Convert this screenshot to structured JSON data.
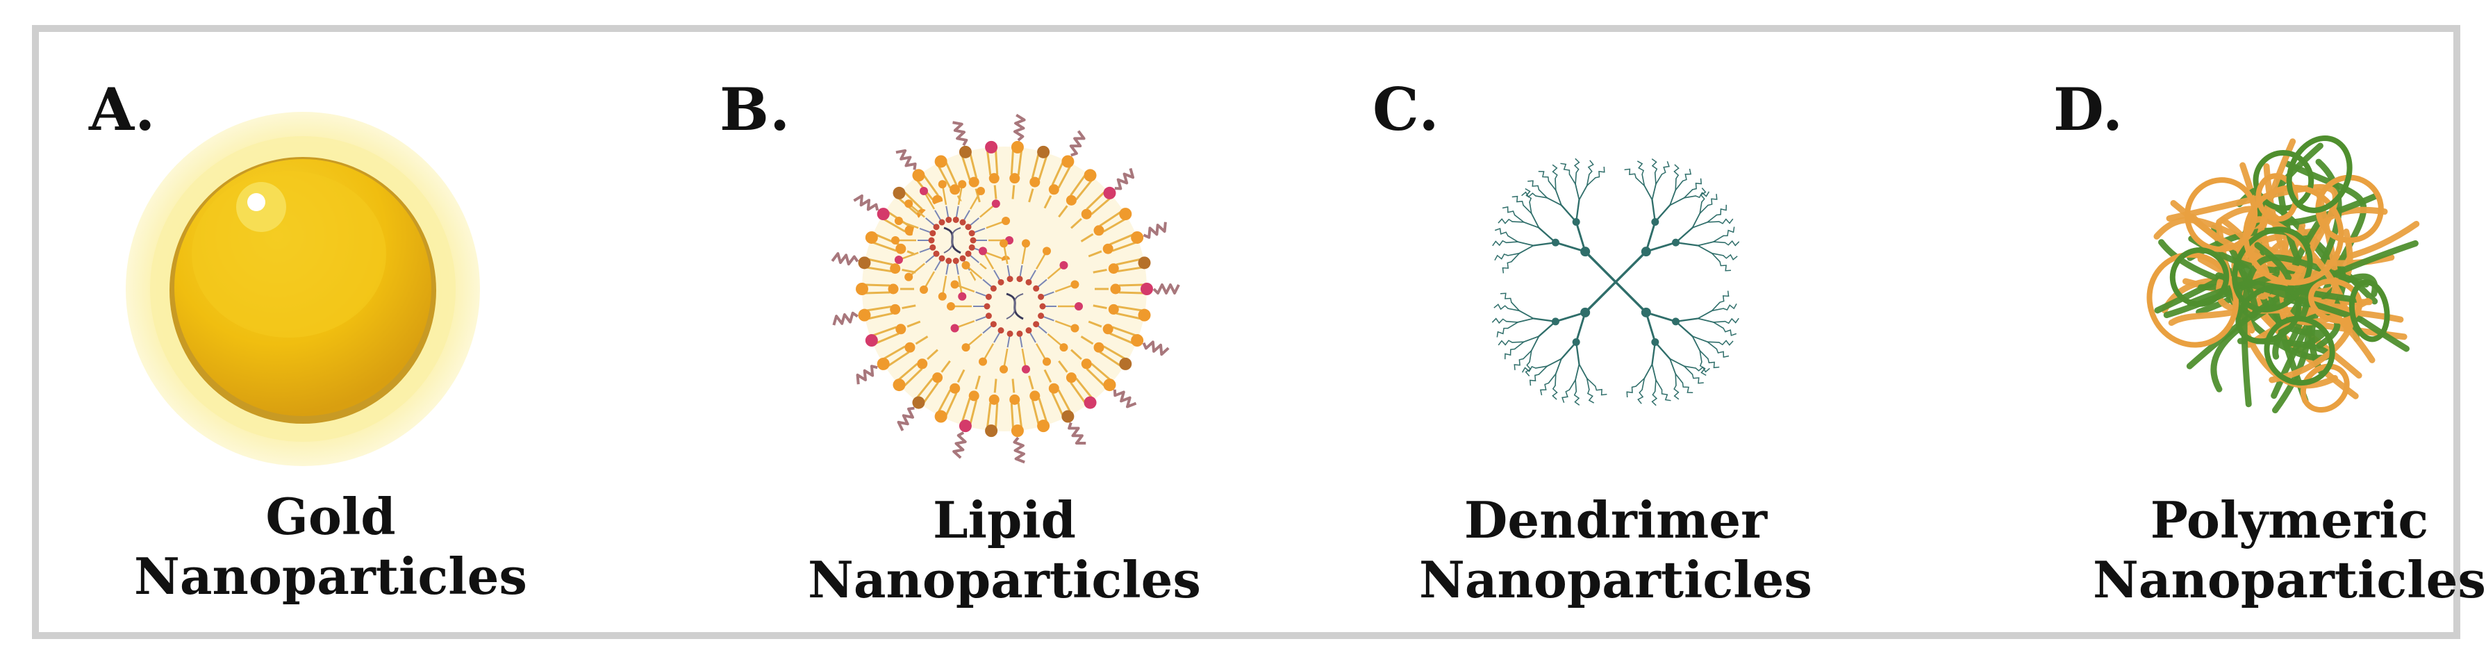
{
  "panels": [
    {
      "letter": "A.",
      "caption_line1": "Gold",
      "caption_line2": "Nanoparticles"
    },
    {
      "letter": "B.",
      "caption_line1": "Lipid",
      "caption_line2": "Nanoparticles"
    },
    {
      "letter": "C.",
      "caption_line1": "Dendrimer",
      "caption_line2": "Nanoparticles"
    },
    {
      "letter": "D.",
      "caption_line1": "Polymeric",
      "caption_line2": "Nanoparticles"
    }
  ],
  "colors": {
    "gold": "#f2c10f",
    "gold_glow": "#fbf3b8",
    "lipid_head_orange": "#ef9a2c",
    "lipid_head_pink": "#d43a6a",
    "lipid_tail_brown": "#a8777c",
    "dendrimer_teal": "#2f6e6a",
    "polymer_orange": "#e9a040",
    "polymer_green": "#4f8f2e",
    "frame": "#cfcfcf"
  }
}
